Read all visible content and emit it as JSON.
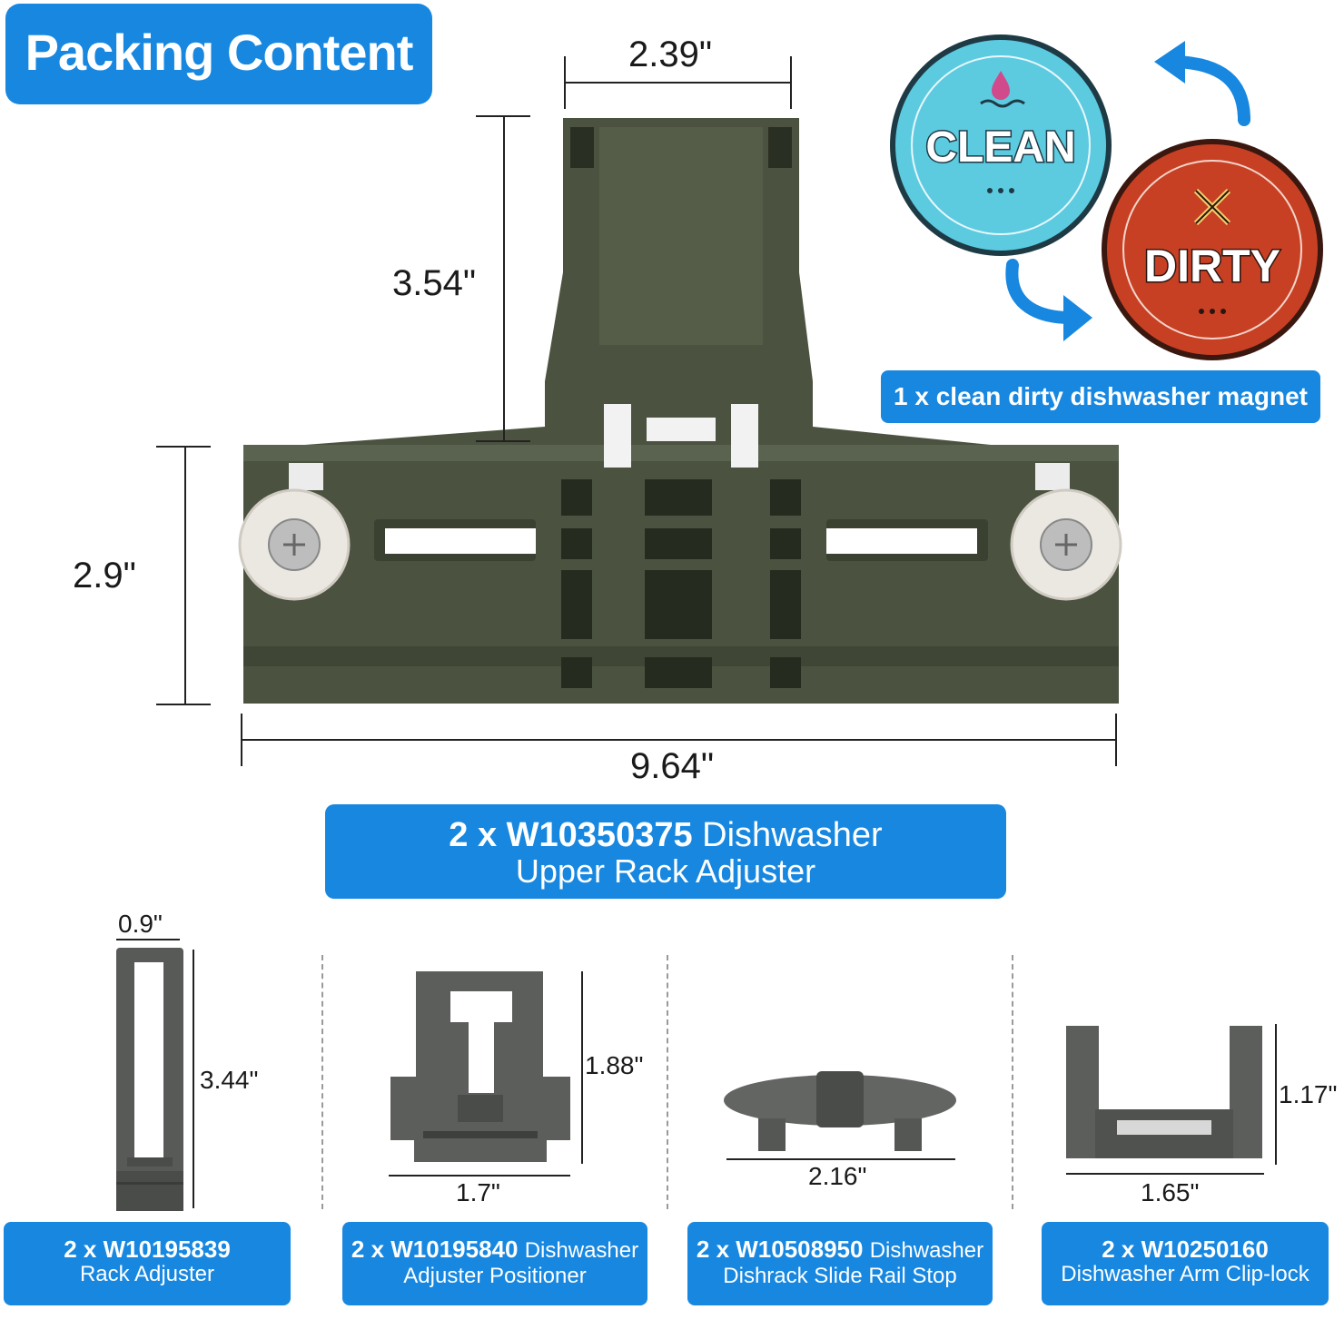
{
  "header": {
    "title": "Packing Content"
  },
  "main_part": {
    "dimensions": {
      "top_width": "2.39\"",
      "stem_height": "3.54\"",
      "body_height": "2.9\"",
      "total_width": "9.64\""
    },
    "label": {
      "qty_part": "2 x W10350375",
      "name_line1": "Dishwasher",
      "name_line2": "Upper Rack Adjuster"
    }
  },
  "magnet": {
    "clean_text": "CLEAN",
    "dirty_text": "DIRTY",
    "label": "1 x clean dirty dishwasher magnet",
    "colors": {
      "clean": "#5ccbe0",
      "dirty": "#c84024",
      "arrow": "#1787e0"
    }
  },
  "small_parts": [
    {
      "dims": {
        "w": "0.9\"",
        "h": "3.44\""
      },
      "qty_part": "2 x W10195839",
      "name_inline": "",
      "name_line2": "Rack Adjuster"
    },
    {
      "dims": {
        "w": "1.7\"",
        "h": "1.88\""
      },
      "qty_part": "2 x W10195840",
      "name_inline": "Dishwasher",
      "name_line2": "Adjuster Positioner"
    },
    {
      "dims": {
        "w": "2.16\""
      },
      "qty_part": "2 x W10508950",
      "name_inline": "Dishwasher",
      "name_line2": "Dishrack Slide Rail Stop"
    },
    {
      "dims": {
        "w": "1.65\"",
        "h": "1.17\""
      },
      "qty_part": "2 x W10250160",
      "name_inline": "",
      "name_line2": "Dishwasher Arm Clip-lock"
    }
  ],
  "colors": {
    "accent": "#1787e0",
    "part_green": "#4b5340",
    "part_gray": "#585a58"
  }
}
